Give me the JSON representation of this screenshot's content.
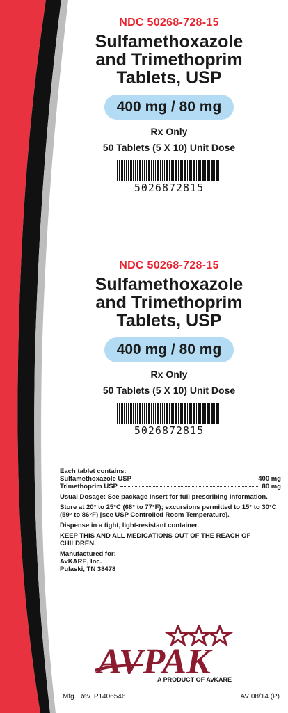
{
  "panels": [
    {
      "ndc": "NDC 50268-728-15",
      "drug_lines": [
        "Sulfamethoxazole",
        "and Trimethoprim",
        "Tablets, USP"
      ],
      "strength": "400 mg / 80 mg",
      "rx": "Rx Only",
      "count": "50 Tablets (5 X 10) Unit Dose",
      "barcode": "5026872815"
    },
    {
      "ndc": "NDC 50268-728-15",
      "drug_lines": [
        "Sulfamethoxazole",
        "and Trimethoprim",
        "Tablets, USP"
      ],
      "strength": "400 mg / 80 mg",
      "rx": "Rx Only",
      "count": "50 Tablets (5 X 10) Unit Dose",
      "barcode": "5026872815"
    }
  ],
  "info": {
    "heading": "Each tablet contains:",
    "ingredients": [
      {
        "name": "Sulfamethoxazole USP",
        "amount": "400 mg"
      },
      {
        "name": "Trimethoprim USP",
        "amount": "80 mg"
      }
    ],
    "dosage": "Usual Dosage: See package insert for full prescribing information.",
    "storage": "Store at 20° to 25°C (68° to 77°F); excursions permitted to 15° to 30°C (59° to 86°F) [see USP Controlled Room Temperature].",
    "dispense": "Dispense in a tight, light-resistant container.",
    "warning": "KEEP THIS AND ALL MEDICATIONS OUT OF THE REACH OF CHILDREN.",
    "manufactured_for": [
      "Manufactured for:",
      "AvKARE, Inc.",
      "Pulaski, TN 38478"
    ]
  },
  "logo": {
    "text": "AVPAK",
    "tagline": "A PRODUCT OF AvKARE",
    "colors": {
      "maroon": "#8c1b2f",
      "red": "#e8232f"
    }
  },
  "footer": {
    "left": "Mfg. Rev. P1406546",
    "right": "AV 08/14 (P)"
  },
  "colors": {
    "ndc_red": "#e8232f",
    "stripe_red": "#e8323f",
    "stripe_black": "#111111",
    "pill_blue": "#b3dcf4"
  }
}
